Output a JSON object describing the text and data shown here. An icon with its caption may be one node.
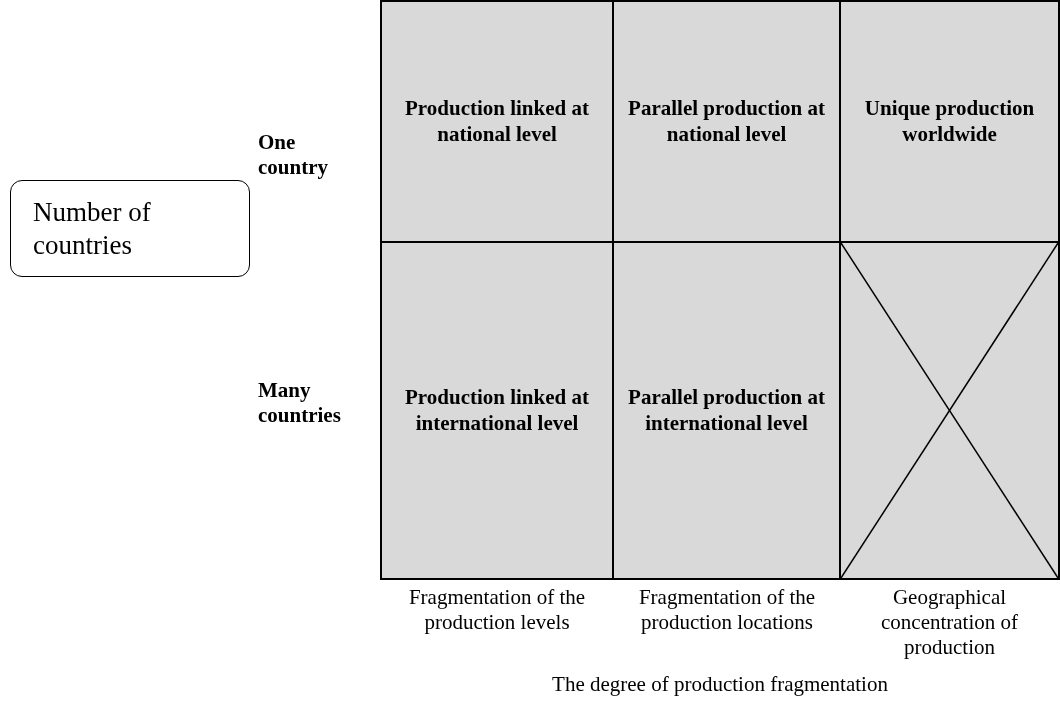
{
  "diagram": {
    "nodes": [
      {
        "text": [
          "Number of countries"
        ]
      },
      {
        "text": [
          "Production linked at national level"
        ]
      },
      {
        "text": [
          "Parallel production at national level"
        ]
      },
      {
        "text": [
          "Unique production worldwide"
        ]
      },
      {
        "text": [
          "Production linked at international level"
        ]
      },
      {
        "text": [
          "Parallel production at international level"
        ]
      },
      {
        "text": [],
        "shape": "box"
      }
    ],
    "labels": [
      "One country",
      "Many countries",
      "Fragmentation of the production levels",
      "Fragmentation of the production locations",
      "Geographical concentration of production",
      "The degree of production fragmentation"
    ]
  }
}
